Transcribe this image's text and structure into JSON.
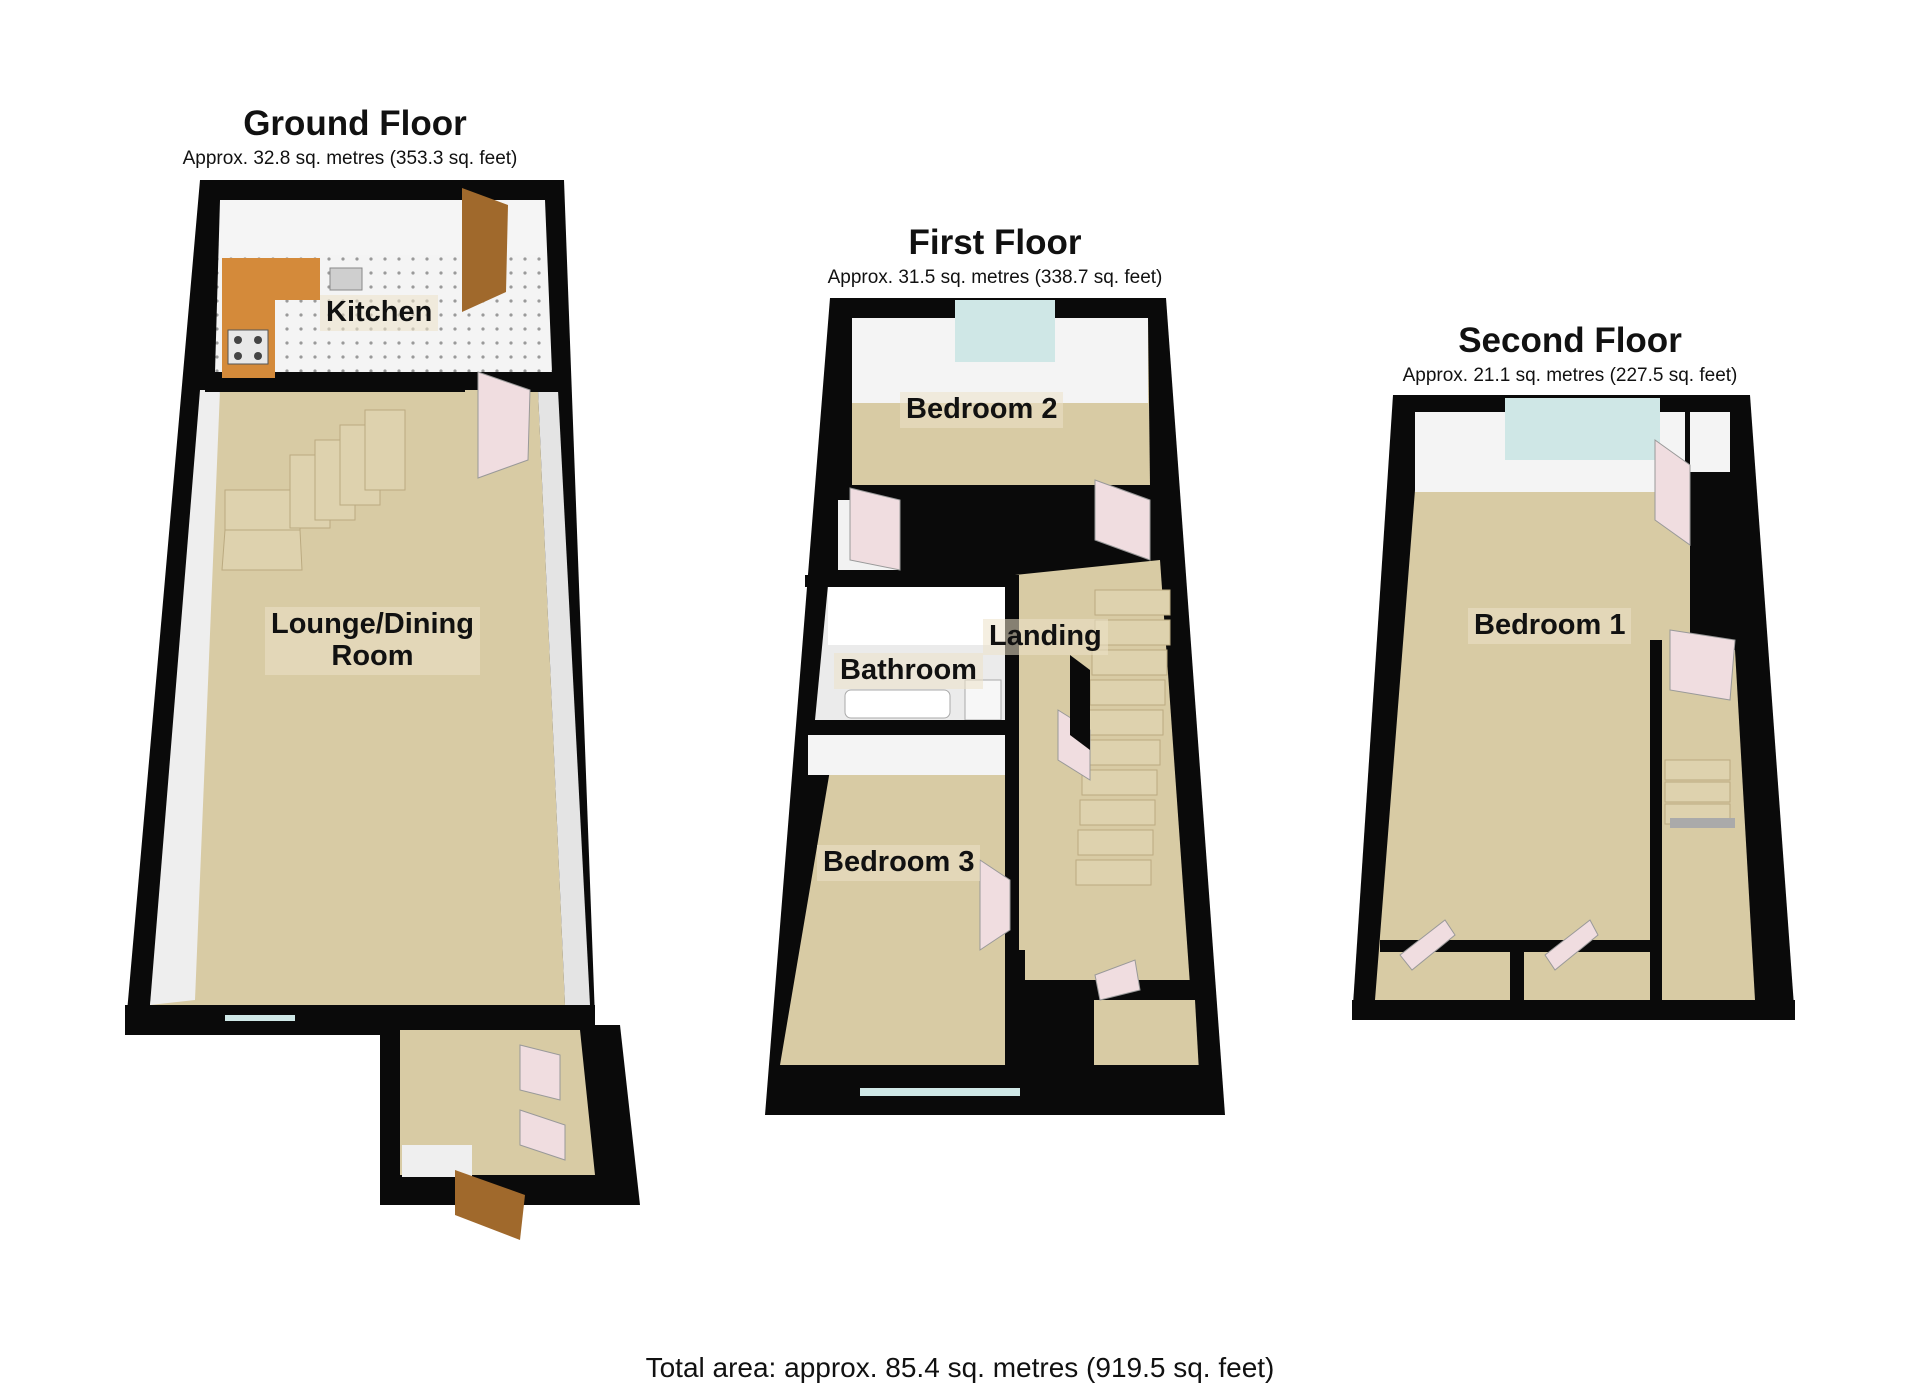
{
  "floors": {
    "ground": {
      "title": "Ground Floor",
      "area": "Approx. 32.8 sq. metres (353.3 sq. feet)"
    },
    "first": {
      "title": "First Floor",
      "area": "Approx. 31.5 sq. metres (338.7 sq. feet)"
    },
    "second": {
      "title": "Second Floor",
      "area": "Approx. 21.1 sq. metres (227.5 sq. feet)"
    }
  },
  "rooms": {
    "kitchen": "Kitchen",
    "lounge_line1": "Lounge/Dining",
    "lounge_line2": "Room",
    "bedroom2": "Bedroom 2",
    "landing": "Landing",
    "bathroom": "Bathroom",
    "bedroom3": "Bedroom 3",
    "bedroom1": "Bedroom 1"
  },
  "total_area": "Total area: approx. 85.4 sq. metres (919.5 sq. feet)",
  "colors": {
    "floor": "#d8cba4",
    "wall": "#0a0a0a",
    "wall_inner": "#f2f2f2",
    "worktop": "#d48a3a",
    "door": "#f0dde0",
    "window": "#cfe7e6"
  }
}
